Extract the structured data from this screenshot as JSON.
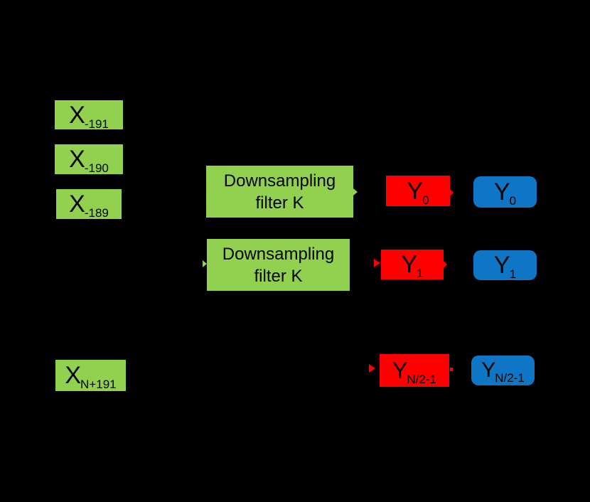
{
  "figure": {
    "description": "Downsampling filter block diagram",
    "background_color": "#000000",
    "colors": {
      "input_box_green": "#92D050",
      "filter_box_green": "#92D050",
      "output_red": "#FF0000",
      "output_blue": "#0E76C4",
      "label_text": "#000000"
    },
    "input_boxes": [
      {
        "base": "X",
        "sub": "-191"
      },
      {
        "base": "X",
        "sub": "-190"
      },
      {
        "base": "X",
        "sub": "-189"
      },
      {
        "base": "X",
        "sub": "N+191"
      }
    ],
    "filter_boxes": [
      {
        "label": "Downsampling filter K"
      },
      {
        "label": "Downsampling filter K"
      }
    ],
    "red_output_boxes": [
      {
        "base": "Y",
        "sub": "0"
      },
      {
        "base": "Y",
        "sub": "1"
      },
      {
        "base": "Y",
        "sub": "N/2-1"
      }
    ],
    "blue_output_boxes": [
      {
        "base": "Y",
        "sub": "0"
      },
      {
        "base": "Y",
        "sub": "1"
      },
      {
        "base": "Y",
        "sub": "N/2-1"
      }
    ]
  }
}
